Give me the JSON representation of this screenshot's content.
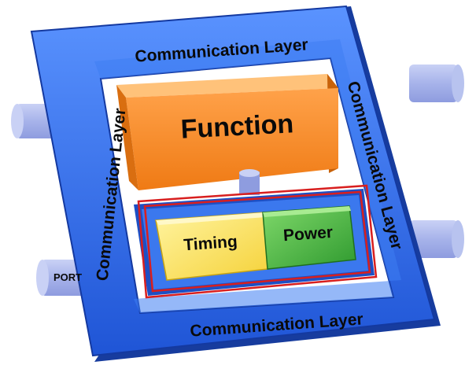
{
  "diagram": {
    "frame": {
      "top_label": "Communication Layer",
      "left_label": "Communication Layer",
      "right_label": "Communication Layer",
      "bottom_label": "Communication Layer"
    },
    "function_block": {
      "label": "Function"
    },
    "inner_block": {
      "timing_label": "Timing",
      "power_label": "Power"
    },
    "port": {
      "label": "PORT"
    }
  },
  "colors": {
    "frame_blue": "#2f6fe0",
    "frame_dark": "#1a3fa8",
    "function_orange": "#f28a2a",
    "timing_yellow": "#ffe36a",
    "power_green": "#3fae3f",
    "port_lilac": "#aab6ec",
    "outline_red": "#d81f1f"
  }
}
